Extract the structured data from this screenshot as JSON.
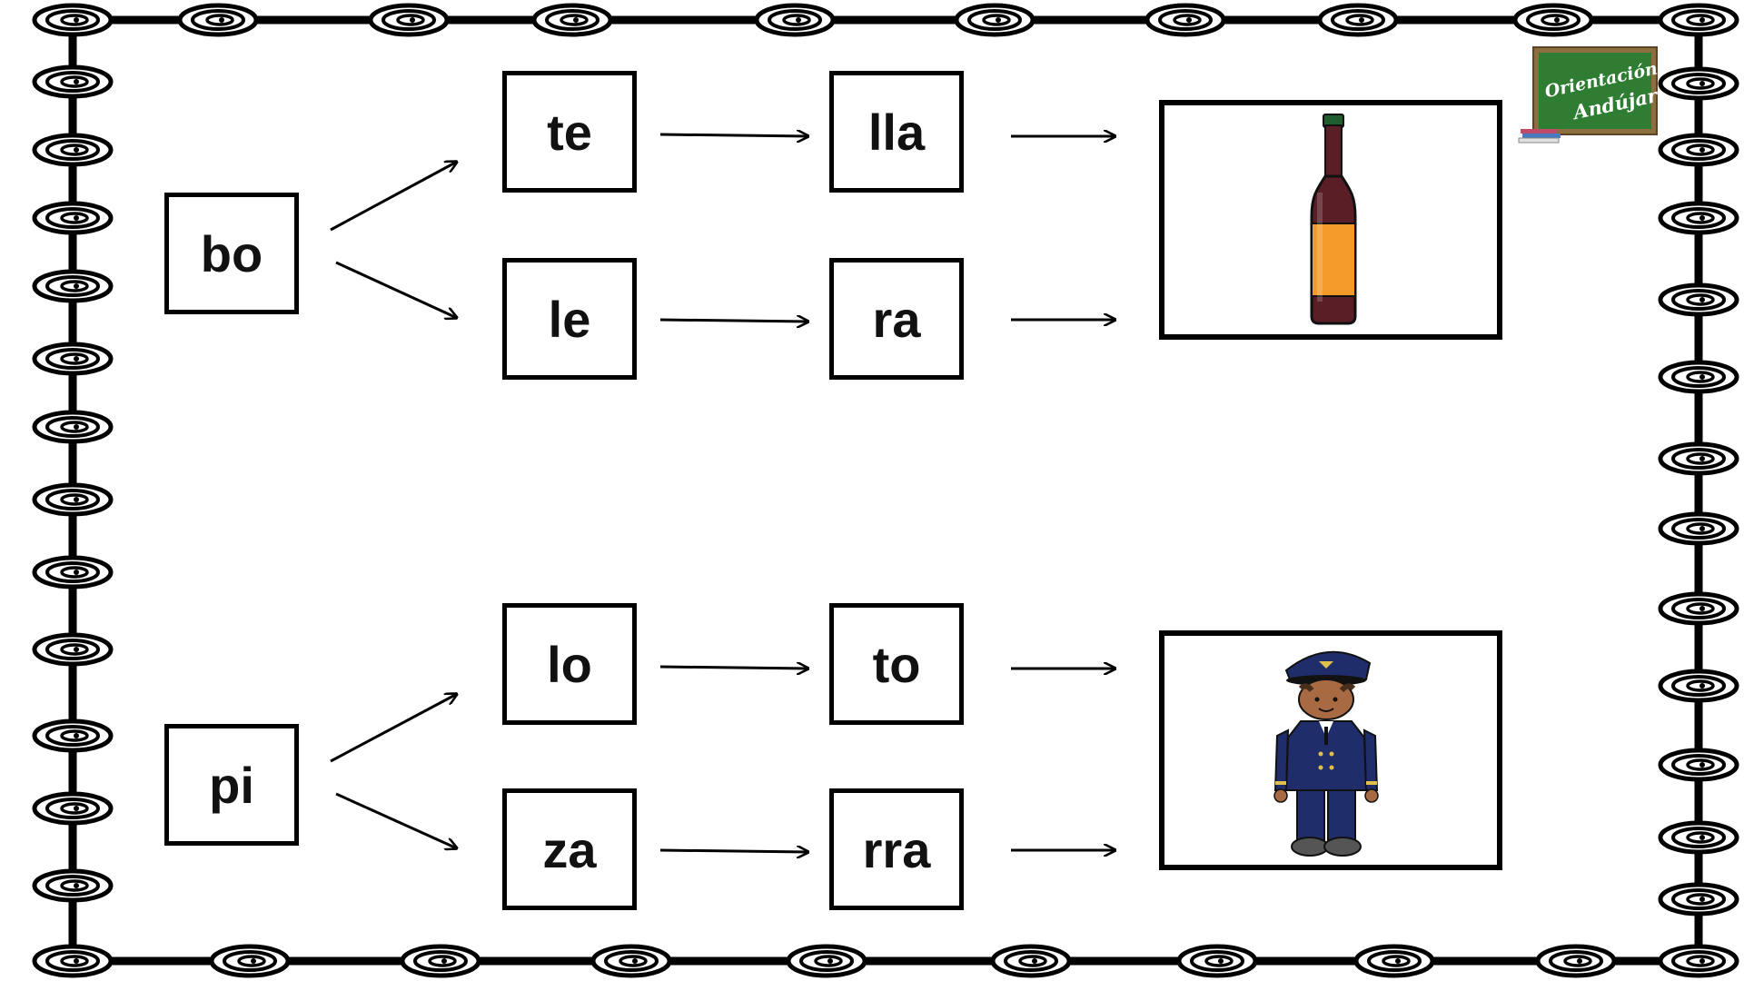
{
  "rows": [
    {
      "start": "bo",
      "upper": [
        "te",
        "lla"
      ],
      "lower": [
        "le",
        "ra"
      ],
      "picture": "wine-bottle"
    },
    {
      "start": "pi",
      "upper": [
        "lo",
        "to"
      ],
      "lower": [
        "za",
        "rra"
      ],
      "picture": "pilot"
    }
  ],
  "logo": {
    "line1": "Orientación",
    "line2": "Andújar"
  },
  "colors": {
    "border": "#000000",
    "chalkboard": "#2e7d32",
    "chalkboard_frame": "#8d6e3f",
    "bottle_glass": "#5a1f26",
    "bottle_label": "#f39a2a",
    "bottle_cap": "#1f5c2e",
    "pilot_uniform": "#1f2d6b"
  }
}
